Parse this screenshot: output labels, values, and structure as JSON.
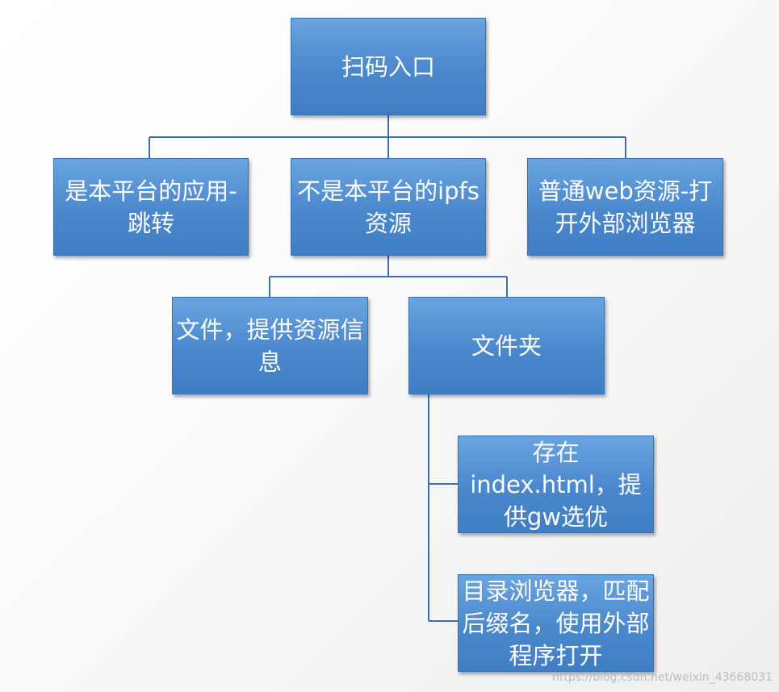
{
  "nodes": {
    "root": "扫码入口",
    "local_app": "是本平台的应用-跳转",
    "ipfs_resource": "不是本平台的ipfs资源",
    "web_resource": "普通web资源-打开外部浏览器",
    "file": "文件，提供资源信息",
    "folder": "文件夹",
    "has_index": "存在index.html，提供gw选优",
    "dir_browser": "目录浏览器，匹配后缀名，使用外部程序打开"
  },
  "watermark": "https://blog.csdn.net/weixin_43668031",
  "colors": {
    "node_fill": "#4a88cd",
    "node_border": "#3a73b4",
    "connector": "#3f6fb0",
    "text": "#ffffff"
  }
}
